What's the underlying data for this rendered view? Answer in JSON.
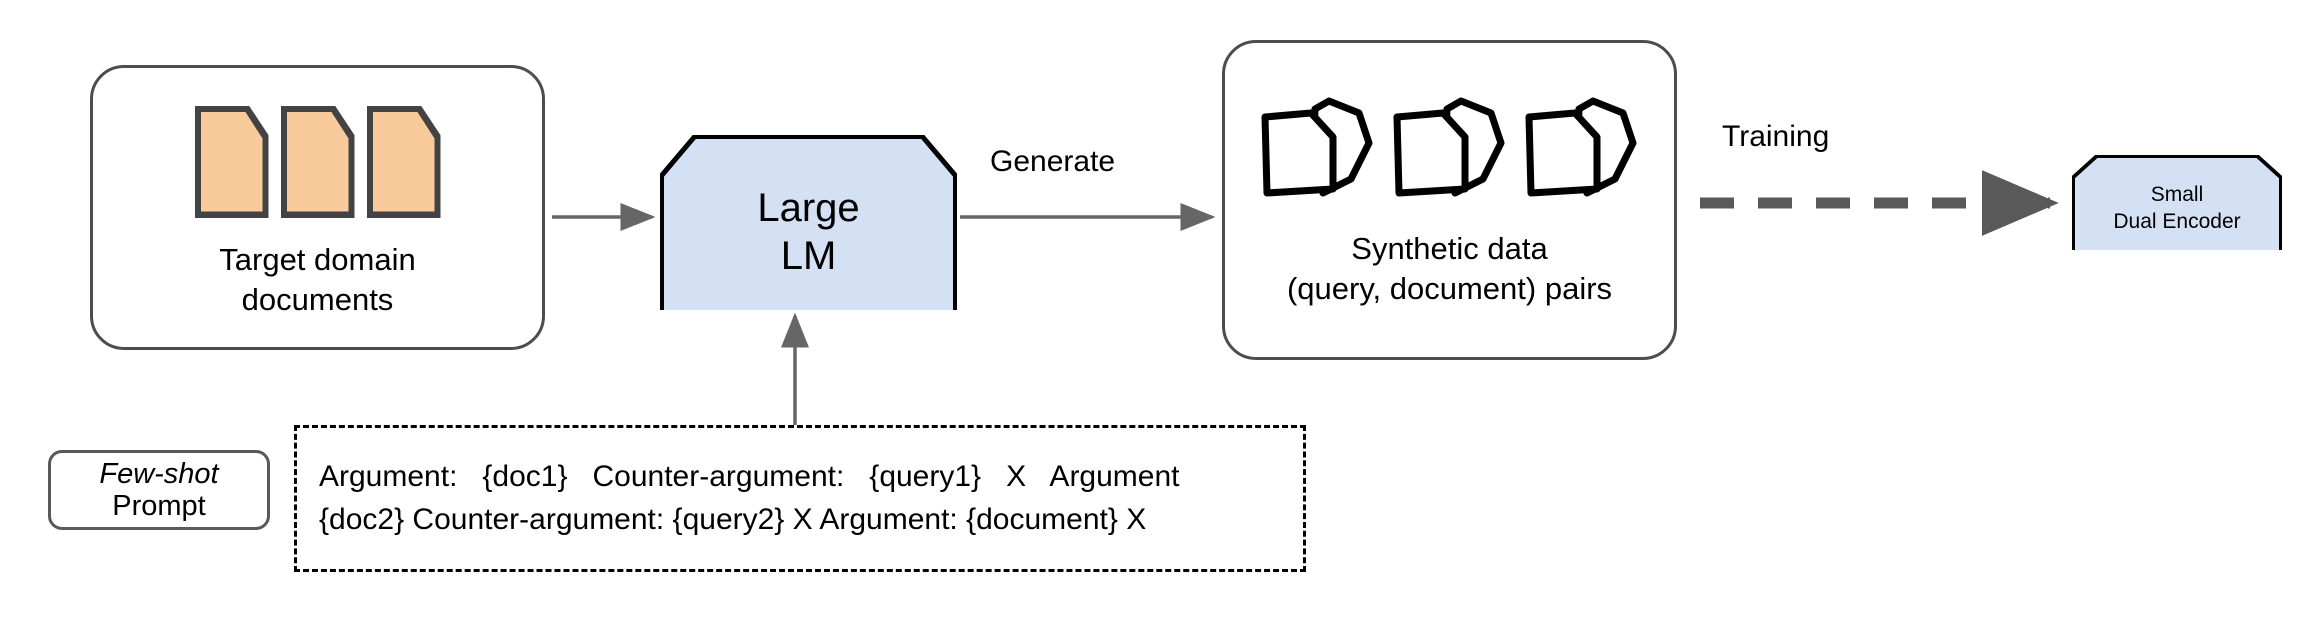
{
  "diagram": {
    "title": "Synthetic query generation pipeline",
    "colors": {
      "note_fill": "#d4e1f5",
      "document_fill": "#f9cb9c",
      "document_stroke": "#434343",
      "container_stroke": "#4d4d4d",
      "arrow_gray": "#666666",
      "arrow_dashed": "#595959"
    }
  },
  "target_domain": {
    "caption": "Target domain\ndocuments",
    "doc_count": 3,
    "doc_icon": "document-icon"
  },
  "large_lm": {
    "label": "Large\nLM",
    "shape": "note-chamfered"
  },
  "synthetic": {
    "caption": "Synthetic data\n(query, document) pairs",
    "pair_count": 3,
    "pair_icon": "document-pair-icon"
  },
  "encoder": {
    "label": "Small\nDual Encoder",
    "shape": "note-chamfered"
  },
  "edges": {
    "docs_to_lm": "",
    "generate": "Generate",
    "training": "Training",
    "prompt_to_lm": ""
  },
  "fewshot": {
    "line1": "Few-shot",
    "line2": "Prompt"
  },
  "prompt": {
    "lines": [
      "Argument:   {doc1}   Counter-argument:   {query1}   X   Argument",
      "{doc2} Counter-argument: {query2} X Argument: {document} X"
    ]
  }
}
